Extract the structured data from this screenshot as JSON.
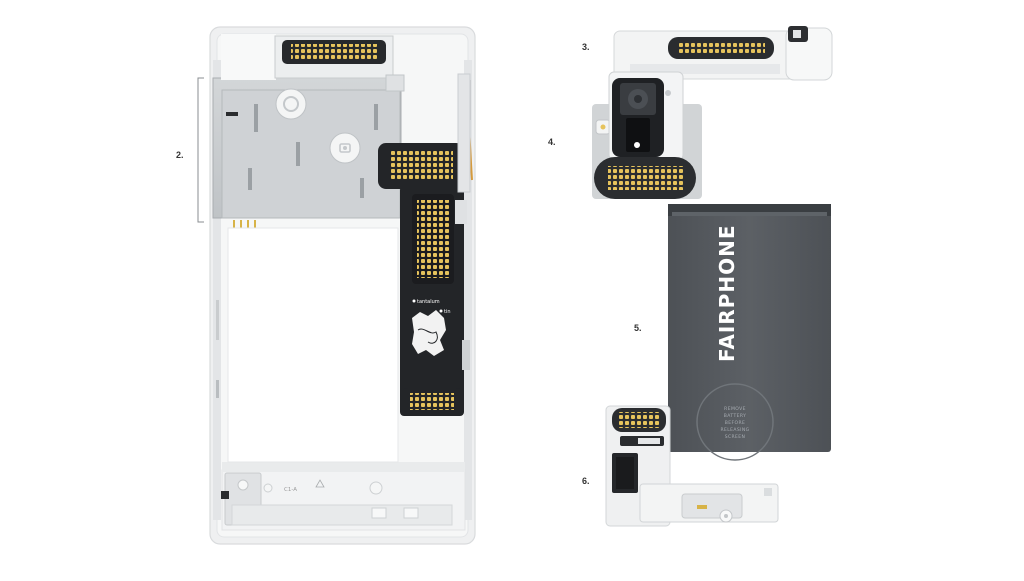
{
  "labels": {
    "part2": "2.",
    "part3": "3.",
    "part4": "4.",
    "part5": "5.",
    "part6": "6."
  },
  "battery": {
    "brand": "FAIRPHONE",
    "notice_line1": "REMOVE",
    "notice_line2": "BATTERY",
    "notice_line3": "BEFORE",
    "notice_line4": "RELEASING",
    "notice_line5": "SCREEN"
  },
  "mainboard_map": {
    "label_tantalum": "tantalum",
    "label_tin": "tin"
  },
  "frame": {
    "imprint": "C1-A"
  },
  "colors": {
    "frame": "#f1f2f2",
    "pcb": "#232528",
    "battery": "#55595e",
    "pins": "#e5c25a",
    "shield": "#c6c9cc"
  }
}
